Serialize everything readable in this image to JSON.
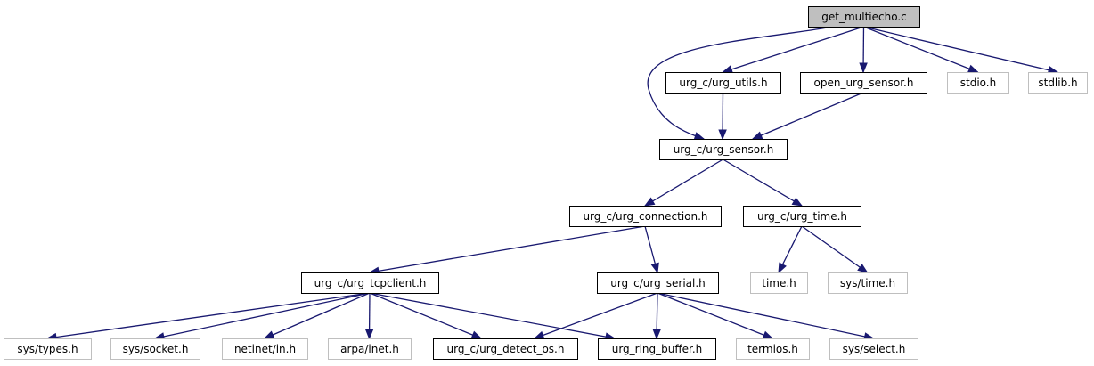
{
  "diagram": {
    "edge_color": "#191970",
    "nodes": [
      {
        "id": "get_multiecho_c",
        "label": "get_multiecho.c",
        "style": "root"
      },
      {
        "id": "urg_utils_h",
        "label": "urg_c/urg_utils.h",
        "style": "documented"
      },
      {
        "id": "open_urg_sensor_h",
        "label": "open_urg_sensor.h",
        "style": "documented"
      },
      {
        "id": "stdio_h",
        "label": "stdio.h",
        "style": "external"
      },
      {
        "id": "stdlib_h",
        "label": "stdlib.h",
        "style": "external"
      },
      {
        "id": "urg_sensor_h",
        "label": "urg_c/urg_sensor.h",
        "style": "documented"
      },
      {
        "id": "urg_connection_h",
        "label": "urg_c/urg_connection.h",
        "style": "documented"
      },
      {
        "id": "urg_time_h",
        "label": "urg_c/urg_time.h",
        "style": "documented"
      },
      {
        "id": "urg_tcpclient_h",
        "label": "urg_c/urg_tcpclient.h",
        "style": "documented"
      },
      {
        "id": "urg_serial_h",
        "label": "urg_c/urg_serial.h",
        "style": "documented"
      },
      {
        "id": "time_h",
        "label": "time.h",
        "style": "external"
      },
      {
        "id": "sys_time_h",
        "label": "sys/time.h",
        "style": "external"
      },
      {
        "id": "sys_types_h",
        "label": "sys/types.h",
        "style": "external"
      },
      {
        "id": "sys_socket_h",
        "label": "sys/socket.h",
        "style": "external"
      },
      {
        "id": "netinet_in_h",
        "label": "netinet/in.h",
        "style": "external"
      },
      {
        "id": "arpa_inet_h",
        "label": "arpa/inet.h",
        "style": "external"
      },
      {
        "id": "urg_detect_os_h",
        "label": "urg_c/urg_detect_os.h",
        "style": "documented"
      },
      {
        "id": "urg_ring_buffer_h",
        "label": "urg_ring_buffer.h",
        "style": "documented"
      },
      {
        "id": "termios_h",
        "label": "termios.h",
        "style": "external"
      },
      {
        "id": "sys_select_h",
        "label": "sys/select.h",
        "style": "external"
      }
    ],
    "edges": [
      {
        "from": "get_multiecho_c",
        "to": "urg_utils_h"
      },
      {
        "from": "get_multiecho_c",
        "to": "open_urg_sensor_h"
      },
      {
        "from": "get_multiecho_c",
        "to": "stdio_h"
      },
      {
        "from": "get_multiecho_c",
        "to": "stdlib_h"
      },
      {
        "from": "get_multiecho_c",
        "to": "urg_sensor_h"
      },
      {
        "from": "urg_utils_h",
        "to": "urg_sensor_h"
      },
      {
        "from": "open_urg_sensor_h",
        "to": "urg_sensor_h"
      },
      {
        "from": "urg_sensor_h",
        "to": "urg_connection_h"
      },
      {
        "from": "urg_sensor_h",
        "to": "urg_time_h"
      },
      {
        "from": "urg_connection_h",
        "to": "urg_tcpclient_h"
      },
      {
        "from": "urg_connection_h",
        "to": "urg_serial_h"
      },
      {
        "from": "urg_time_h",
        "to": "time_h"
      },
      {
        "from": "urg_time_h",
        "to": "sys_time_h"
      },
      {
        "from": "urg_tcpclient_h",
        "to": "sys_types_h"
      },
      {
        "from": "urg_tcpclient_h",
        "to": "sys_socket_h"
      },
      {
        "from": "urg_tcpclient_h",
        "to": "netinet_in_h"
      },
      {
        "from": "urg_tcpclient_h",
        "to": "arpa_inet_h"
      },
      {
        "from": "urg_tcpclient_h",
        "to": "urg_detect_os_h"
      },
      {
        "from": "urg_tcpclient_h",
        "to": "urg_ring_buffer_h"
      },
      {
        "from": "urg_serial_h",
        "to": "urg_detect_os_h"
      },
      {
        "from": "urg_serial_h",
        "to": "urg_ring_buffer_h"
      },
      {
        "from": "urg_serial_h",
        "to": "termios_h"
      },
      {
        "from": "urg_serial_h",
        "to": "sys_select_h"
      }
    ]
  }
}
